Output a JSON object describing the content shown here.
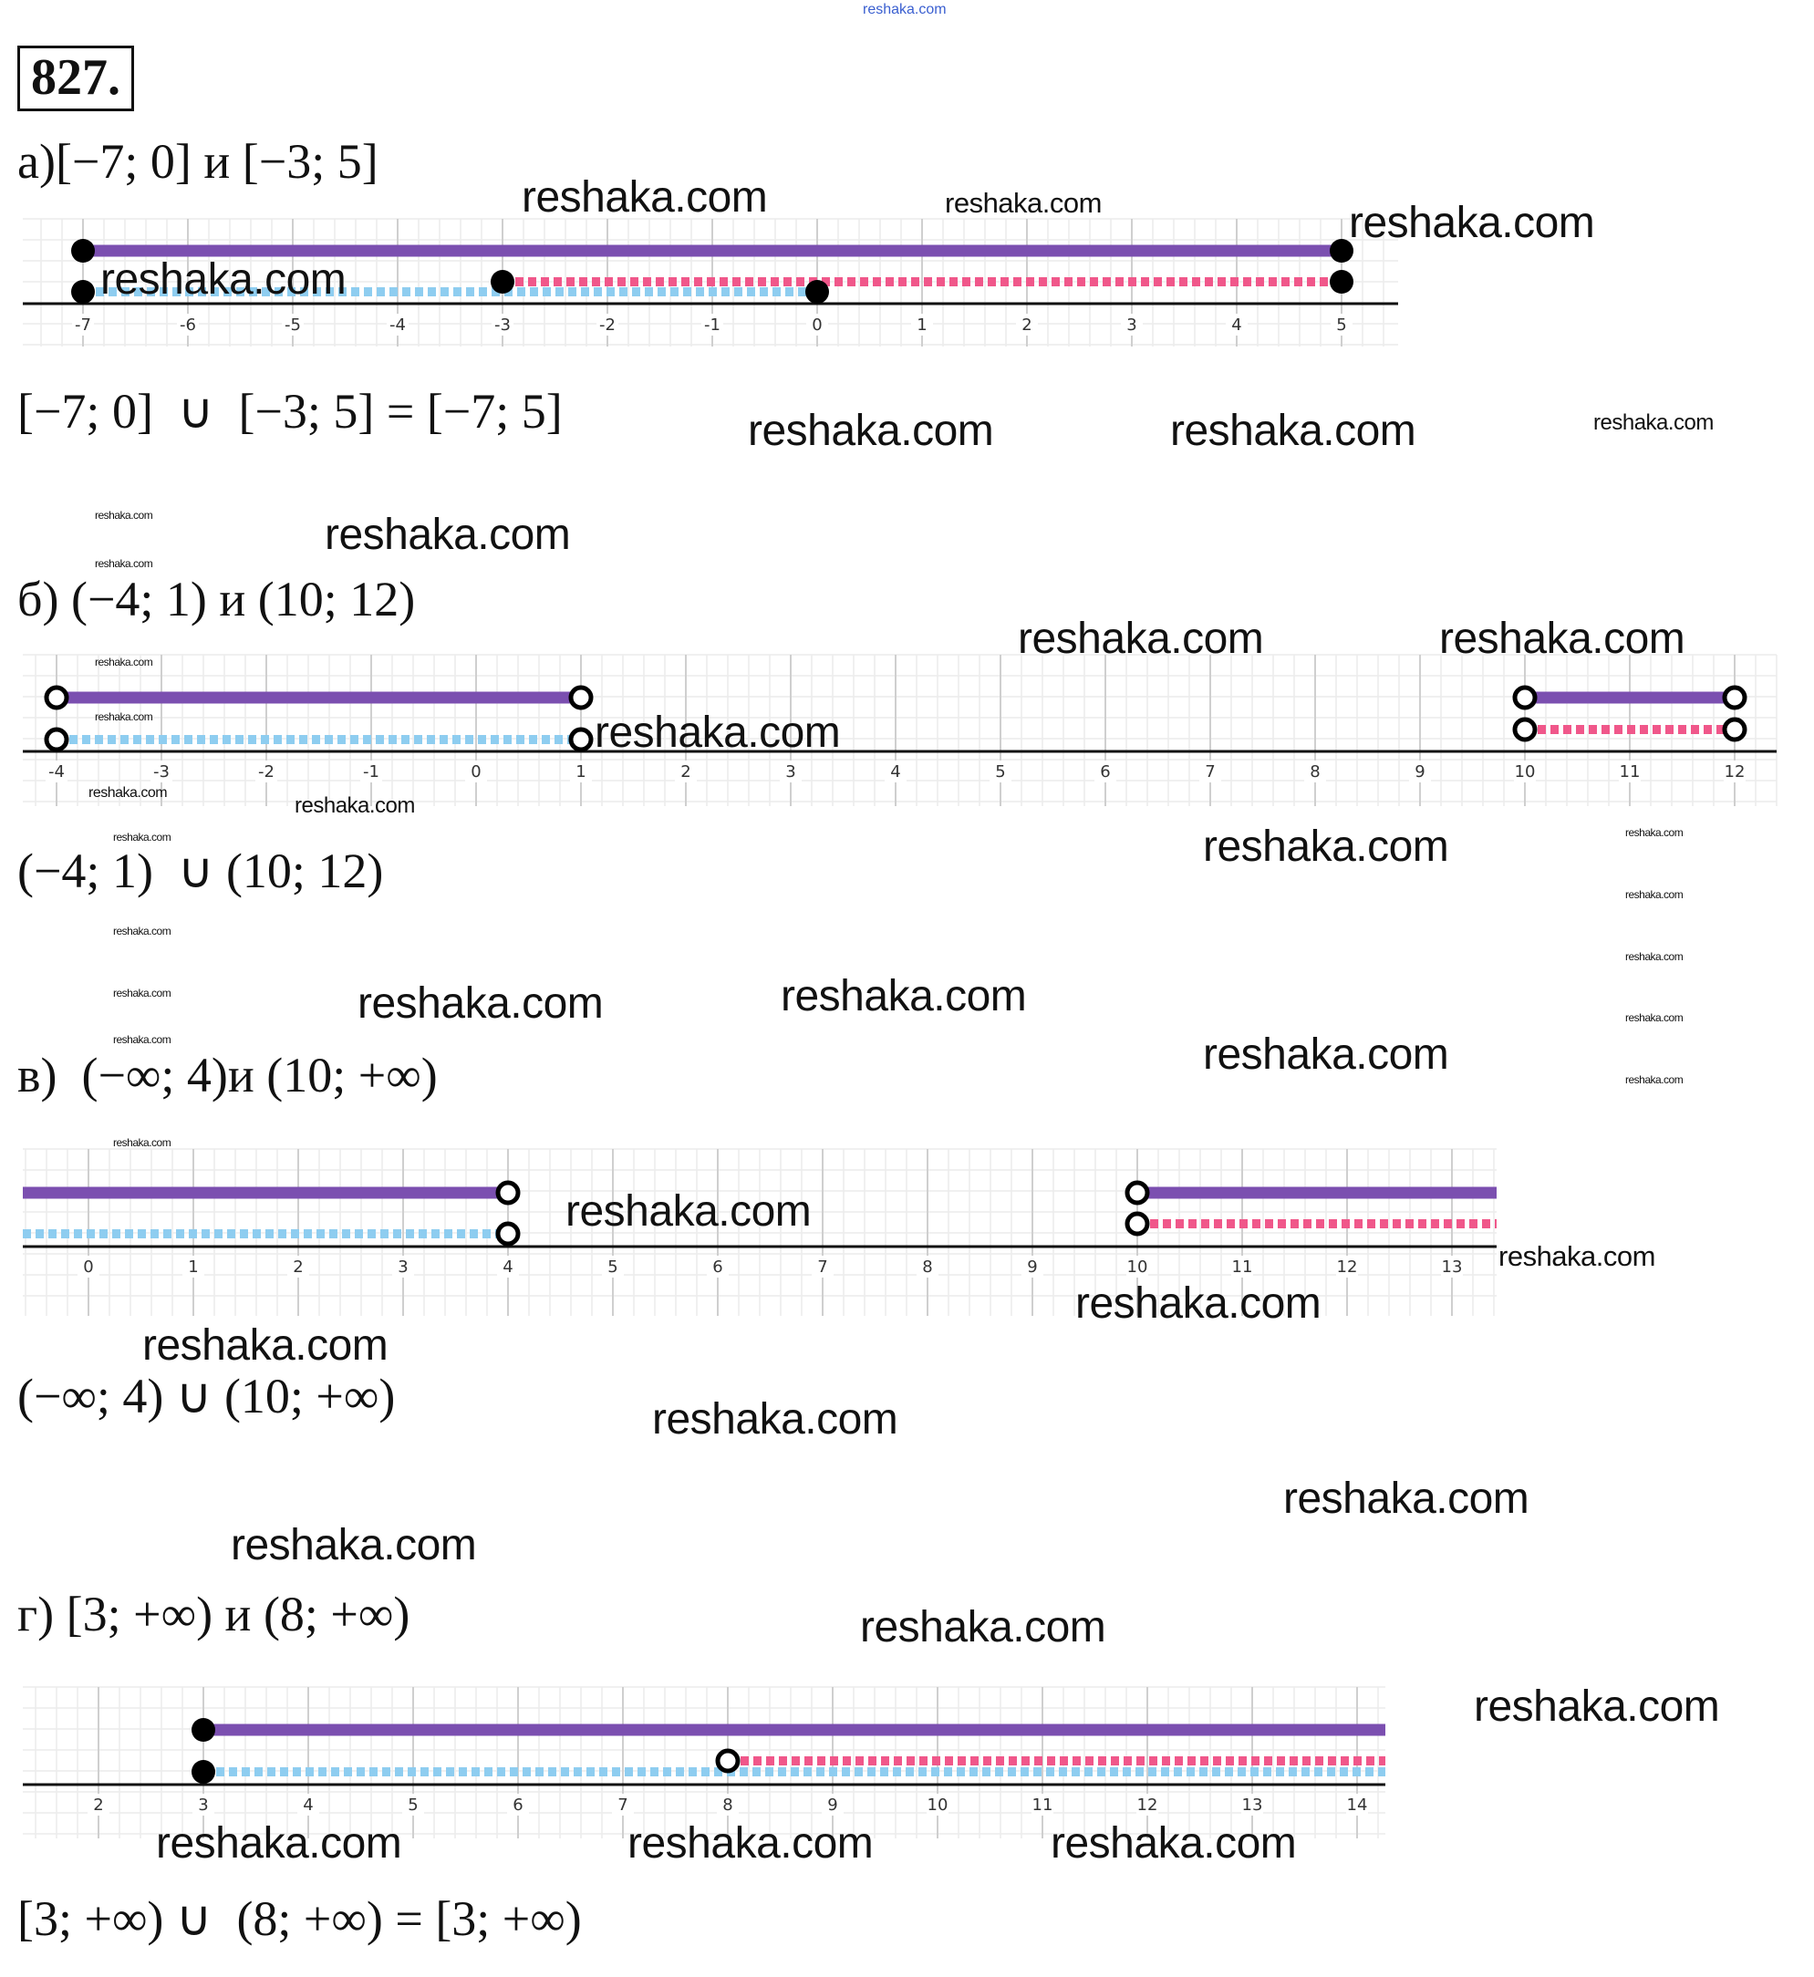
{
  "problem_number": "827.",
  "top_watermark": "reshaka.com",
  "parts": [
    {
      "label": "а)[−7; 0] и [−3; 5]",
      "result": "[−7; 0]  ∪  [−3; 5] = [−7; 5]"
    },
    {
      "label": "б) (−4; 1) и (10; 12)",
      "result": "(−4; 1)  ∪ (10; 12)"
    },
    {
      "label": "в)  (−∞; 4)и (10; +∞)",
      "result": "(−∞; 4) ∪ (10; +∞)"
    },
    {
      "label": "г) [3; +∞) и (8; +∞)",
      "result": "[3; +∞) ∪  (8; +∞) = [3; +∞)"
    }
  ],
  "colors": {
    "union": "#7b4fb0",
    "first": "#8ecdf0",
    "second": "#f0578a",
    "point": "#000000"
  },
  "chart_data": [
    {
      "type": "number-line",
      "ticks": [
        -7,
        -6,
        -5,
        -4,
        -3,
        -2,
        -1,
        0,
        1,
        2,
        3,
        4,
        5
      ],
      "segments": [
        {
          "series": "union",
          "from": -7,
          "to": 5,
          "from_closed": true,
          "to_closed": true
        },
        {
          "series": "second",
          "from": -3,
          "to": 5,
          "from_closed": true,
          "to_closed": true
        },
        {
          "series": "first",
          "from": -7,
          "to": 0,
          "from_closed": true,
          "to_closed": true
        }
      ]
    },
    {
      "type": "number-line",
      "ticks": [
        -4,
        -3,
        -2,
        -1,
        0,
        1,
        2,
        3,
        4,
        5,
        6,
        7,
        8,
        9,
        10,
        11,
        12
      ],
      "segments": [
        {
          "series": "union",
          "from": -4,
          "to": 1,
          "from_closed": false,
          "to_closed": false
        },
        {
          "series": "union",
          "from": 10,
          "to": 12,
          "from_closed": false,
          "to_closed": false
        },
        {
          "series": "first",
          "from": -4,
          "to": 1,
          "from_closed": false,
          "to_closed": false
        },
        {
          "series": "second",
          "from": 10,
          "to": 12,
          "from_closed": false,
          "to_closed": false
        }
      ]
    },
    {
      "type": "number-line",
      "ticks": [
        0,
        1,
        2,
        3,
        4,
        5,
        6,
        7,
        8,
        9,
        10,
        11,
        12,
        13
      ],
      "segments": [
        {
          "series": "union",
          "from": null,
          "to": 4,
          "from_closed": false,
          "to_closed": false
        },
        {
          "series": "union",
          "from": 10,
          "to": null,
          "from_closed": false,
          "to_closed": false
        },
        {
          "series": "first",
          "from": null,
          "to": 4,
          "from_closed": false,
          "to_closed": false
        },
        {
          "series": "second",
          "from": 10,
          "to": null,
          "from_closed": false,
          "to_closed": false
        }
      ]
    },
    {
      "type": "number-line",
      "ticks": [
        2,
        3,
        4,
        5,
        6,
        7,
        8,
        9,
        10,
        11,
        12,
        13,
        14
      ],
      "segments": [
        {
          "series": "union",
          "from": 3,
          "to": null,
          "from_closed": true,
          "to_closed": false
        },
        {
          "series": "second",
          "from": 8,
          "to": null,
          "from_closed": false,
          "to_closed": false
        },
        {
          "series": "first",
          "from": 3,
          "to": null,
          "from_closed": true,
          "to_closed": false
        }
      ]
    }
  ],
  "watermarks": [
    "reshaka.com",
    "reshaka.com",
    "reshaka.com",
    "reshaka.com",
    "reshaka.com",
    "reshaka.com",
    "reshaka.com",
    "reshaka.com",
    "reshaka.com",
    "reshaka.com",
    "reshaka.com",
    "reshaka.com",
    "reshaka.com",
    "reshaka.com",
    "reshaka.com",
    "reshaka.com",
    "reshaka.com",
    "reshaka.com",
    "reshaka.com",
    "reshaka.com",
    "reshaka.com",
    "reshaka.com",
    "reshaka.com",
    "reshaka.com",
    "reshaka.com",
    "reshaka.com",
    "reshaka.com",
    "reshaka.com",
    "reshaka.com",
    "reshaka.com",
    "reshaka.com",
    "reshaka.com",
    "reshaka.com",
    "reshaka.com",
    "reshaka.com",
    "reshaka.com",
    "reshaka.com",
    "reshaka.com",
    "reshaka.com",
    "reshaka.com",
    "reshaka.com",
    "reshaka.com",
    "reshaka.com"
  ]
}
